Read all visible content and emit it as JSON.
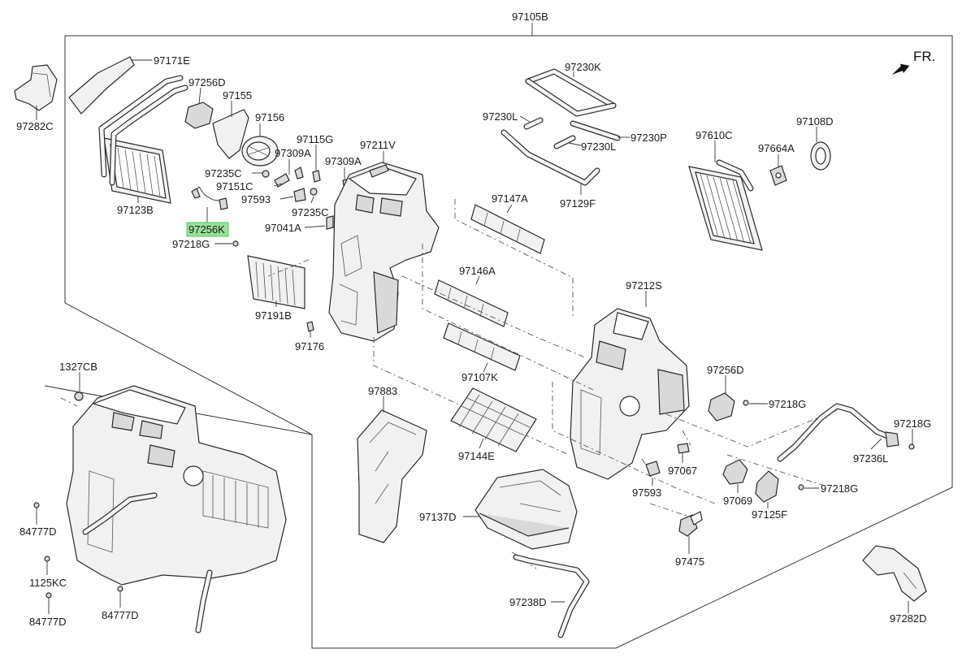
{
  "direction": {
    "label": "FR."
  },
  "highlight": "97256K",
  "callouts": {
    "p97105B": "97105B",
    "p97171E": "97171E",
    "p97282C": "97282C",
    "p97256D_top": "97256D",
    "p97155": "97155",
    "p97156": "97156",
    "p97115G": "97115G",
    "p97309A_1": "97309A",
    "p97309A_2": "97309A",
    "p97211V": "97211V",
    "p97230K": "97230K",
    "p97230L_1": "97230L",
    "p97230L_2": "97230L",
    "p97230P": "97230P",
    "p97610C": "97610C",
    "p97108D": "97108D",
    "p97664A": "97664A",
    "p97123B": "97123B",
    "p97235C_1": "97235C",
    "p97235C_2": "97235C",
    "p97151C": "97151C",
    "p97593_top": "97593",
    "p97256K": "97256K",
    "p97041A": "97041A",
    "p97218G_top": "97218G",
    "p97191B": "97191B",
    "p97176": "97176",
    "p97147A": "97147A",
    "p97129F": "97129F",
    "p97146A": "97146A",
    "p97212S": "97212S",
    "p97107K": "97107K",
    "p1327CB": "1327CB",
    "p97883": "97883",
    "p97256D_right": "97256D",
    "p97218G_mid": "97218G",
    "p97218G_right": "97218G",
    "p97144E": "97144E",
    "p97236L": "97236L",
    "p97067": "97067",
    "p97593_low": "97593",
    "p97069": "97069",
    "p97218G_low": "97218G",
    "p97125F": "97125F",
    "p97137D": "97137D",
    "p97475": "97475",
    "p84777D_1": "84777D",
    "p1125KC": "1125KC",
    "p84777D_2": "84777D",
    "p84777D_3": "84777D",
    "p97238D": "97238D",
    "p97282D": "97282D"
  }
}
